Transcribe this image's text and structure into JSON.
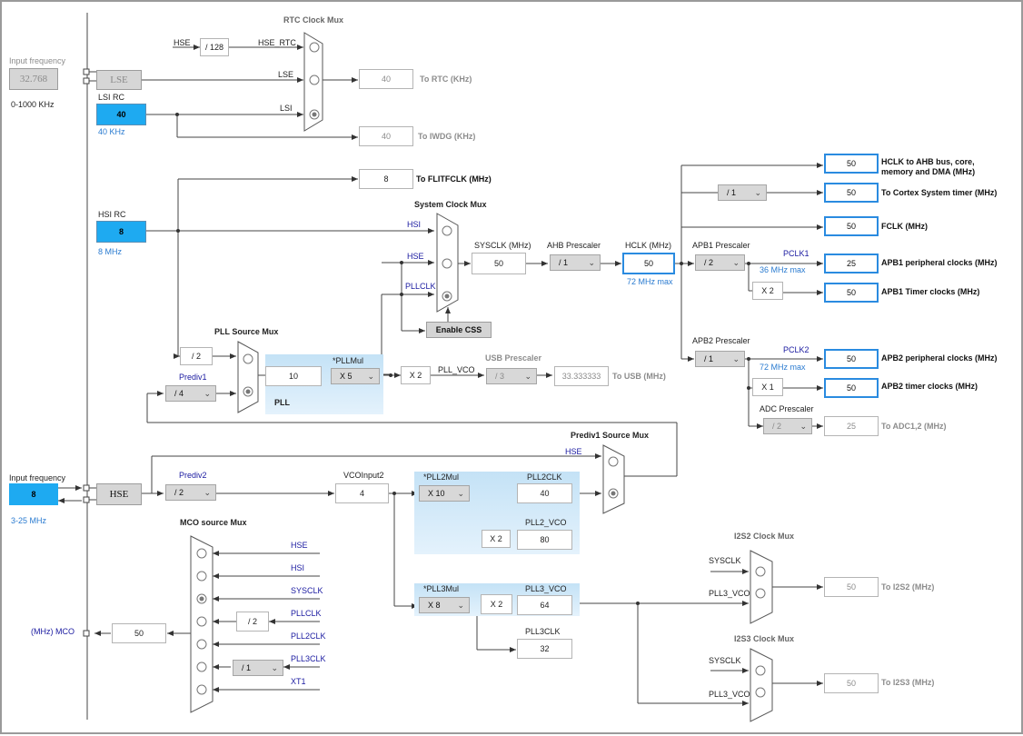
{
  "lse": {
    "label": "LSE",
    "freq_label": "Input frequency",
    "freq_value": "32.768",
    "freq_range": "0-1000 KHz"
  },
  "lsi": {
    "title": "LSI RC",
    "value": "40",
    "unit": "40 KHz"
  },
  "hsi": {
    "title": "HSI RC",
    "value": "8",
    "unit": "8 MHz"
  },
  "hse": {
    "label": "HSE",
    "freq_label": "Input frequency",
    "freq_value": "8",
    "freq_range": "3-25 MHz"
  },
  "rtc": {
    "title": "RTC Clock Mux",
    "div128": "/ 128",
    "hse_in": "HSE",
    "hse_rtc": "HSE_RTC",
    "lse_in": "LSE",
    "lsi_in": "LSI",
    "rtc_value": "40",
    "rtc_label": "To RTC (KHz)",
    "iwdg_value": "40",
    "iwdg_label": "To IWDG (KHz)"
  },
  "flitf": {
    "value": "8",
    "label": "To FLITFCLK (MHz)"
  },
  "sysmux": {
    "title": "System Clock Mux",
    "hsi": "HSI",
    "hse": "HSE",
    "pllclk": "PLLCLK",
    "css_label": "Enable CSS"
  },
  "sysclk": {
    "label": "SYSCLK (MHz)",
    "value": "50"
  },
  "ahb": {
    "label": "AHB Prescaler",
    "value": "/ 1"
  },
  "hclk": {
    "label": "HCLK (MHz)",
    "value": "50",
    "max": "72 MHz max"
  },
  "pll": {
    "title": "PLL Source Mux",
    "div2": "/ 2",
    "prediv1_label": "Prediv1",
    "prediv1": "/ 4",
    "box_value": "10",
    "mul_label": "*PLLMul",
    "mul": "X 5",
    "pll_label": "PLL"
  },
  "usb": {
    "x2": "X 2",
    "pll_vco": "PLL_VCO",
    "title": "USB Prescaler",
    "prescaler": "/ 3",
    "value": "33.333333",
    "label": "To USB (MHz)"
  },
  "outputs": {
    "ahb_value": "50",
    "ahb_label_1": "HCLK to AHB bus, core,",
    "ahb_label_2": "memory and DMA (MHz)",
    "cortex_div": "/ 1",
    "cortex_value": "50",
    "cortex_label": "To Cortex System timer (MHz)",
    "fclk_value": "50",
    "fclk_label": "FCLK (MHz)"
  },
  "apb1": {
    "title": "APB1 Prescaler",
    "value": "/ 2",
    "pclk": "PCLK1",
    "max": "36 MHz max",
    "periph_value": "25",
    "periph_label": "APB1 peripheral clocks (MHz)",
    "x2": "X 2",
    "timer_value": "50",
    "timer_label": "APB1 Timer clocks (MHz)"
  },
  "apb2": {
    "title": "APB2 Prescaler",
    "value": "/ 1",
    "pclk": "PCLK2",
    "max": "72 MHz max",
    "periph_value": "50",
    "periph_label": "APB2 peripheral clocks (MHz)",
    "x1": "X 1",
    "timer_value": "50",
    "timer_label": "APB2 timer clocks (MHz)"
  },
  "adc": {
    "title": "ADC Prescaler",
    "value": "/ 2",
    "out_value": "25",
    "out_label": "To ADC1,2 (MHz)"
  },
  "prediv1mux": {
    "title": "Prediv1 Source Mux",
    "hse": "HSE"
  },
  "prediv2": {
    "label": "Prediv2",
    "value": "/ 2",
    "vco_label": "VCOInput2",
    "vco_value": "4"
  },
  "pll2": {
    "mul_label": "*PLL2Mul",
    "mul": "X 10",
    "clk_label": "PLL2CLK",
    "clk_value": "40",
    "x2": "X 2",
    "vco_label": "PLL2_VCO",
    "vco_value": "80"
  },
  "pll3": {
    "mul_label": "*PLL3Mul",
    "mul": "X 8",
    "x2": "X 2",
    "vco_label": "PLL3_VCO",
    "vco_value": "64",
    "clk_label": "PLL3CLK",
    "clk_value": "32"
  },
  "mco": {
    "title": "MCO source Mux",
    "label": "(MHz) MCO",
    "value": "50",
    "in_hse": "HSE",
    "in_hsi": "HSI",
    "in_sysclk": "SYSCLK",
    "in_pllclk": "PLLCLK",
    "in_pll2clk": "PLL2CLK",
    "in_pll3clk": "PLL3CLK",
    "in_xt1": "XT1",
    "pll_div": "/ 2",
    "pll3_div": "/ 1"
  },
  "i2s2": {
    "title": "I2S2 Clock Mux",
    "sysclk": "SYSCLK",
    "pll3vco": "PLL3_VCO",
    "value": "50",
    "label": "To I2S2 (MHz)"
  },
  "i2s3": {
    "title": "I2S3 Clock Mux",
    "sysclk": "SYSCLK",
    "pll3vco": "PLL3_VCO",
    "value": "50",
    "label": "To I2S3 (MHz)"
  }
}
